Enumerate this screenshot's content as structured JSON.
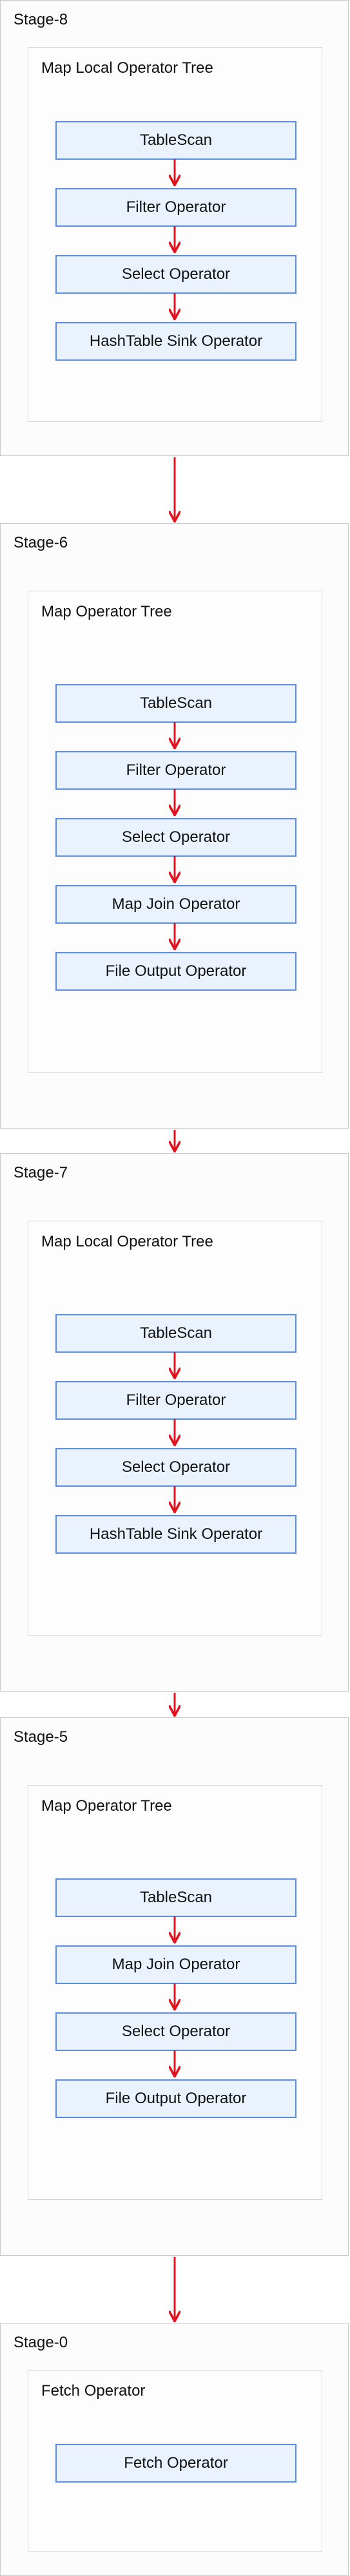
{
  "stages": [
    {
      "title": "Stage-8",
      "tree_title": "Map Local Operator Tree",
      "operators": [
        "TableScan",
        "Filter Operator",
        "Select Operator",
        "HashTable Sink Operator"
      ]
    },
    {
      "title": "Stage-6",
      "tree_title": "Map Operator Tree",
      "operators": [
        "TableScan",
        "Filter Operator",
        "Select Operator",
        "Map Join Operator",
        "File Output Operator"
      ]
    },
    {
      "title": "Stage-7",
      "tree_title": "Map Local Operator Tree",
      "operators": [
        "TableScan",
        "Filter Operator",
        "Select Operator",
        "HashTable Sink Operator"
      ]
    },
    {
      "title": "Stage-5",
      "tree_title": "Map Operator Tree",
      "operators": [
        "TableScan",
        "Map Join Operator",
        "Select Operator",
        "File Output Operator"
      ]
    },
    {
      "title": "Stage-0",
      "tree_title": "Fetch Operator",
      "operators": [
        "Fetch Operator"
      ]
    }
  ],
  "colors": {
    "arrow": "#e0121e",
    "operator_border": "#5b8fdc",
    "operator_fill": "#eaf2fd"
  }
}
